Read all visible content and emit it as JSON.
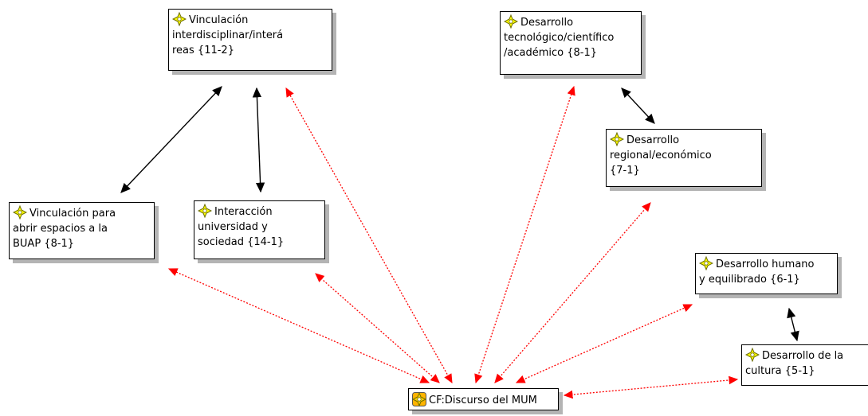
{
  "colors": {
    "structural_link": "#000000",
    "hub_link": "#ff0000",
    "node_shadow": "#b4b4b4",
    "code_icon": "#ffff00",
    "hub_icon": "#ffd200"
  },
  "icons": {
    "code": "code-icon",
    "hub": "code-family-icon"
  },
  "nodes": [
    {
      "id": "n1",
      "icon": "code",
      "label": "Vinculación\ninterdisciplinar/interá\nreas {11-2}"
    },
    {
      "id": "n2",
      "icon": "code",
      "label": "Desarrollo\ntecnológico/científico\n/académico {8-1}"
    },
    {
      "id": "n3",
      "icon": "code",
      "label": "Desarrollo\nregional/económico\n{7-1}"
    },
    {
      "id": "n4",
      "icon": "code",
      "label": "Vinculación para\nabrir espacios a la\nBUAP {8-1}"
    },
    {
      "id": "n5",
      "icon": "code",
      "label": "Interacción\nuniversidad y\nsociedad {14-1}"
    },
    {
      "id": "n6",
      "icon": "code",
      "label": "Desarrollo humano\ny equilibrado {6-1}"
    },
    {
      "id": "n7",
      "icon": "code",
      "label": "Desarrollo de la\ncultura {5-1}"
    },
    {
      "id": "hub",
      "icon": "hub",
      "label": "CF:Discurso del MUM"
    }
  ]
}
